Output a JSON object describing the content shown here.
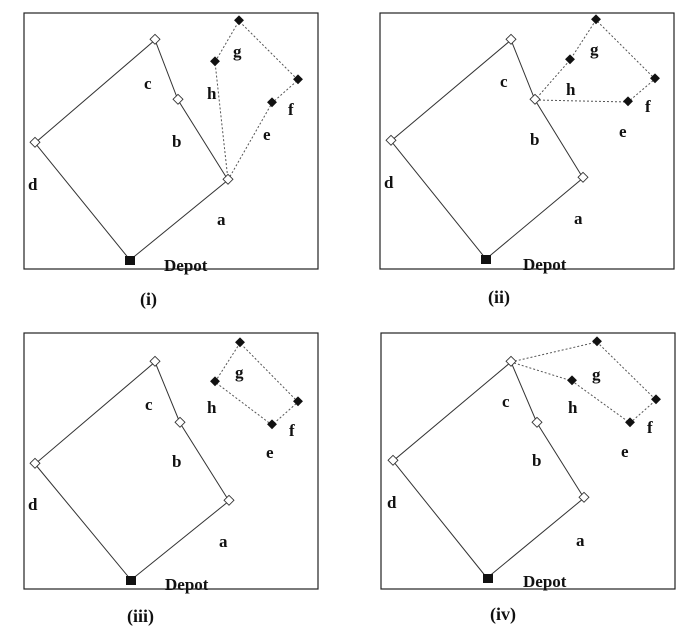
{
  "panels": [
    {
      "caption": "(i)",
      "depot_label": "Depot",
      "labels": {
        "a": "a",
        "b": "b",
        "c": "c",
        "d": "d",
        "e": "e",
        "f": "f",
        "g": "g",
        "h": "h"
      }
    },
    {
      "caption": "(ii)",
      "depot_label": "Depot",
      "labels": {
        "a": "a",
        "b": "b",
        "c": "c",
        "d": "d",
        "e": "e",
        "f": "f",
        "g": "g",
        "h": "h"
      }
    },
    {
      "caption": "(iii)",
      "depot_label": "Depot",
      "labels": {
        "a": "a",
        "b": "b",
        "c": "c",
        "d": "d",
        "e": "e",
        "f": "f",
        "g": "g",
        "h": "h"
      }
    },
    {
      "caption": "(iv)",
      "depot_label": "Depot",
      "labels": {
        "a": "a",
        "b": "b",
        "c": "c",
        "d": "d",
        "e": "e",
        "f": "f",
        "g": "g",
        "h": "h"
      }
    }
  ]
}
